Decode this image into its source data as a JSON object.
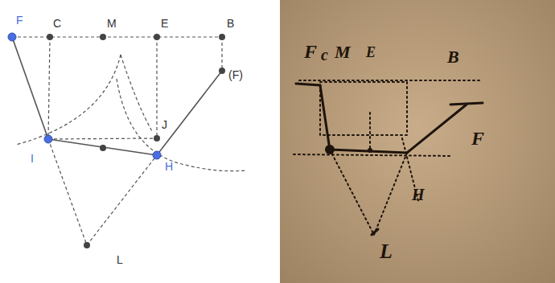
{
  "diagram": {
    "labels": [
      "F",
      "C",
      "M",
      "E",
      "B",
      "(F)",
      "J",
      "I",
      "H",
      "L",
      "F",
      "c",
      "M",
      "E",
      "B",
      "F",
      "H",
      "L"
    ]
  }
}
